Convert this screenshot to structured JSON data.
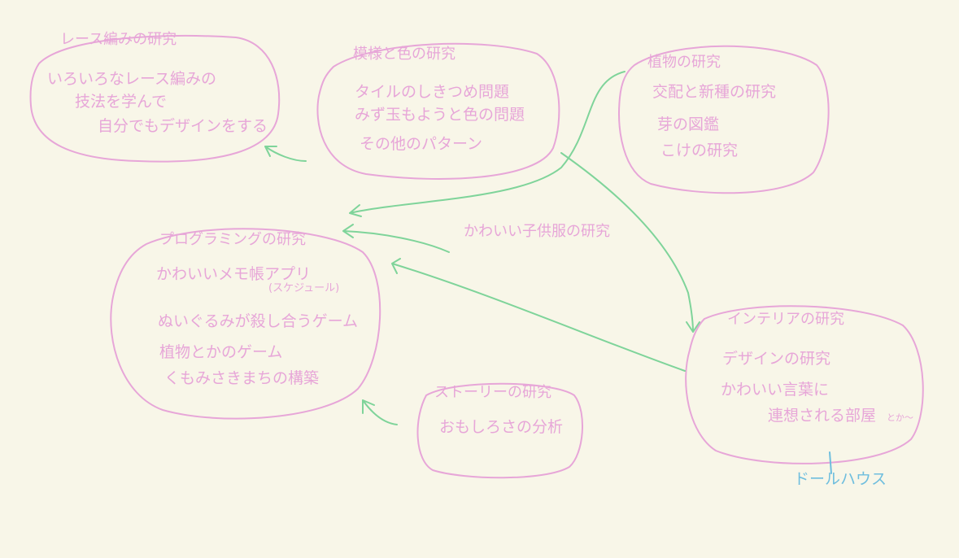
{
  "colors": {
    "background": "#f8f6e8",
    "cluster_ink": "#e7a6d8",
    "arrow": "#7fd49a",
    "annotation": "#6fbede"
  },
  "clusters": {
    "lace": {
      "title": "レース編みの研究",
      "items": [
        "いろいろなレース編みの",
        "技法を学んで",
        "自分でもデザインをする"
      ]
    },
    "pattern": {
      "title": "模様と色の研究",
      "items": [
        "タイルのしきつめ問題",
        "みず玉もようと色の問題",
        "その他のパターン"
      ]
    },
    "plants": {
      "title": "植物の研究",
      "items": [
        "交配と新種の研究",
        "芽の図鑑",
        "こけの研究"
      ]
    },
    "programming": {
      "title": "プログラミングの研究",
      "items": [
        "かわいいメモ帳アプリ",
        "(スケジュール)",
        "ぬいぐるみが殺し合うゲーム",
        "植物とかのゲーム",
        "くもみさきまちの構築"
      ]
    },
    "story": {
      "title": "ストーリーの研究",
      "items": [
        "おもしろさの分析"
      ]
    },
    "interior": {
      "title": "インテリアの研究",
      "items": [
        "デザインの研究",
        "かわいい言葉に",
        "連想される部屋",
        "とか〜"
      ]
    }
  },
  "floating_label": "かわいい子供服の研究",
  "annotation": "ドールハウス"
}
